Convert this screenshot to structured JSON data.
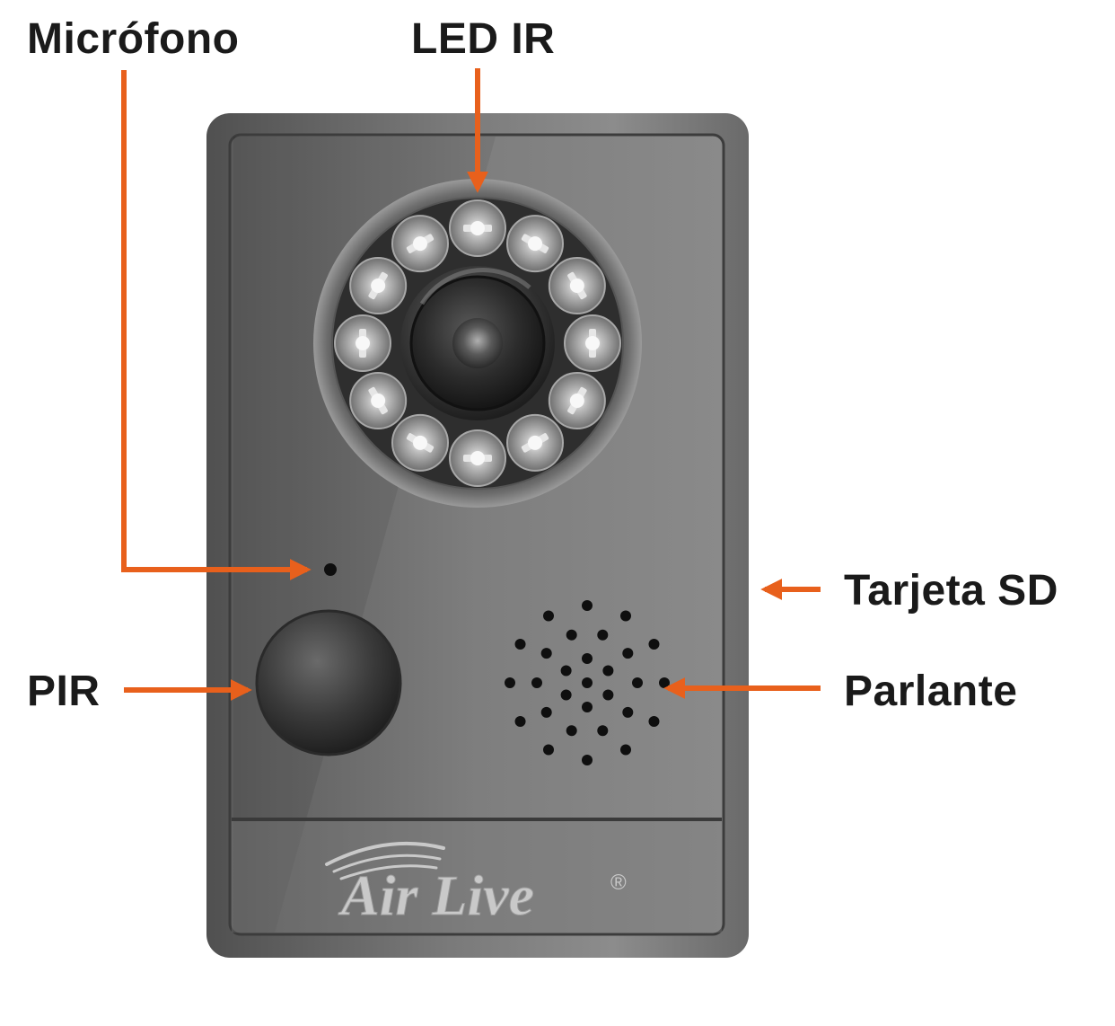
{
  "labels": {
    "microphone": "Micrófono",
    "led_ir": "LED IR",
    "sd_card": "Tarjeta SD",
    "pir": "PIR",
    "speaker": "Parlante"
  },
  "brand": {
    "logo_text": "Air Live",
    "registered_mark": "®"
  },
  "colors": {
    "arrow": "#e8601c",
    "label_text": "#1a1a1a",
    "body_dark": "#4a4a4a",
    "body_light": "#8a8a8a",
    "logo": "#c9c9c9"
  },
  "icons": {
    "arrow": "arrow-icon",
    "ir_led": "ir-led-icon",
    "lens": "camera-lens-icon",
    "pir_sensor": "pir-sensor-icon",
    "speaker_grille": "speaker-grille-icon",
    "logo_swoosh": "wifi-swoosh-icon"
  },
  "ir_led_count": 12,
  "speaker_hole_count": 29
}
